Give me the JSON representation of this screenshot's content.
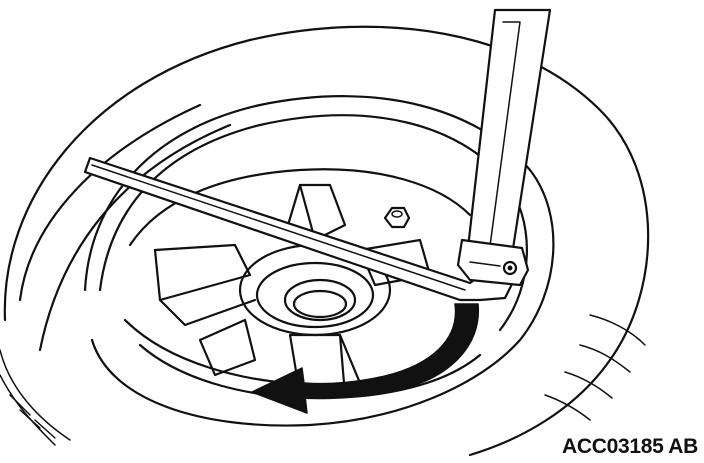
{
  "figure": {
    "code": "ACC03185 AB",
    "subject": "spare-wheel-removal",
    "components": [
      "tire",
      "wheel-rim",
      "wheel-hub",
      "hold-down-bolt",
      "lug-wrench",
      "jack-handle-extension",
      "rotation-arrow"
    ],
    "colors": {
      "line": "#111111",
      "background": "#ffffff",
      "arrow": "#111111"
    }
  }
}
